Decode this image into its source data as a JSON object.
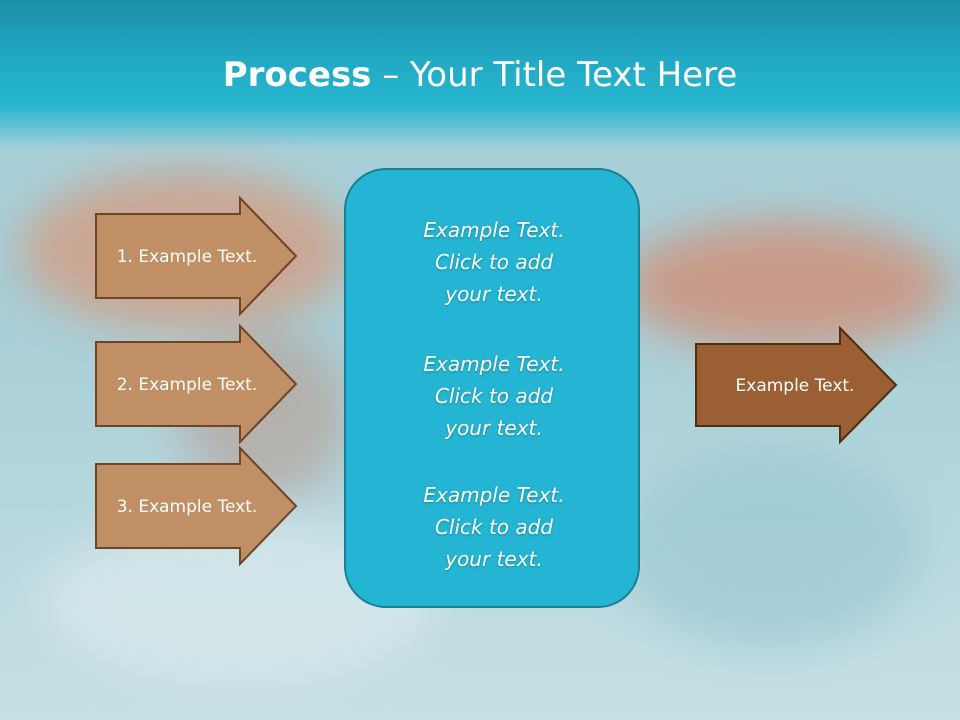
{
  "slide": {
    "title_bold": "Process",
    "title_rest": " – Your Title Text Here"
  },
  "inputs": [
    {
      "label": "1. Example Text."
    },
    {
      "label": "2. Example Text."
    },
    {
      "label": "3. Example Text."
    }
  ],
  "center": {
    "blocks": [
      {
        "lines": [
          "Example Text.",
          "Click  to add",
          "your text."
        ]
      },
      {
        "lines": [
          "Example Text.",
          "Click  to add",
          "your text."
        ]
      },
      {
        "lines": [
          "Example Text.",
          "Click  to add",
          "your text."
        ]
      }
    ]
  },
  "output": {
    "label": "Example Text."
  },
  "colors": {
    "input_arrow_fill": "#c08f66",
    "input_arrow_border": "#6e4527",
    "output_arrow_fill": "#9a6033",
    "output_arrow_border": "#4e2d12",
    "center_fill": "#23b5d3",
    "header_accent": "#27b6cf"
  }
}
